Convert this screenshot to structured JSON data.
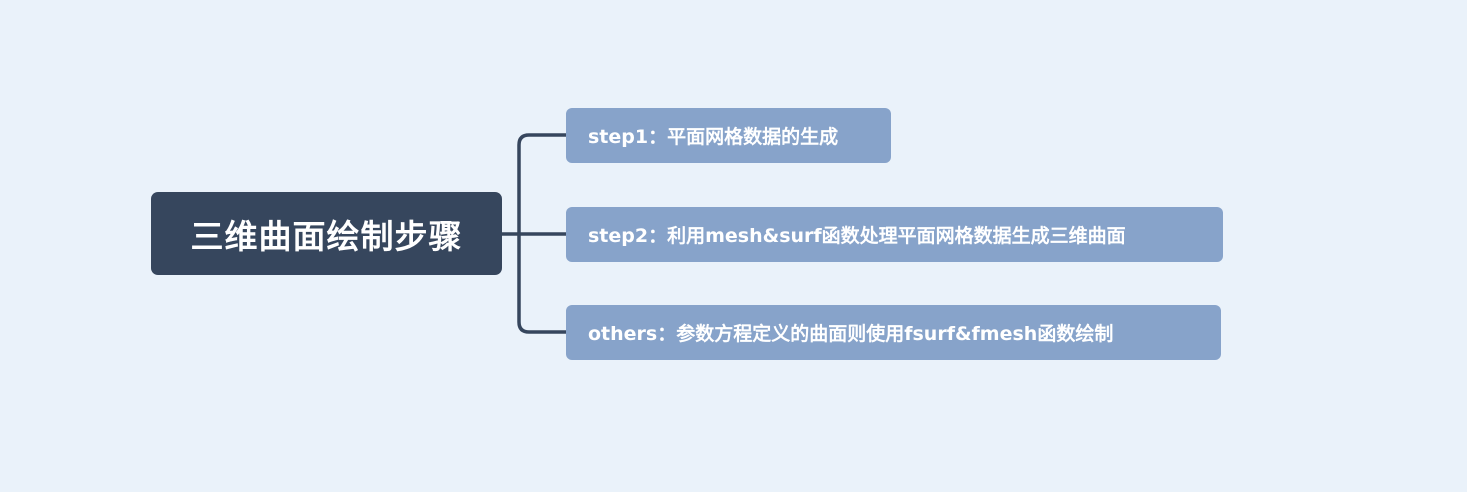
{
  "diagram": {
    "root": {
      "label": "三维曲面绘制步骤"
    },
    "children": [
      {
        "label": "step1：平面网格数据的生成"
      },
      {
        "label": "step2：利用mesh&surf函数处理平面网格数据生成三维曲面"
      },
      {
        "label": "others：参数方程定义的曲面则使用fsurf&fmesh函数绘制"
      }
    ]
  },
  "colors": {
    "background": "#eaf2fa",
    "root_fill": "#36465d",
    "child_fill": "#87a3ca",
    "connector": "#36465d",
    "text": "#ffffff"
  }
}
